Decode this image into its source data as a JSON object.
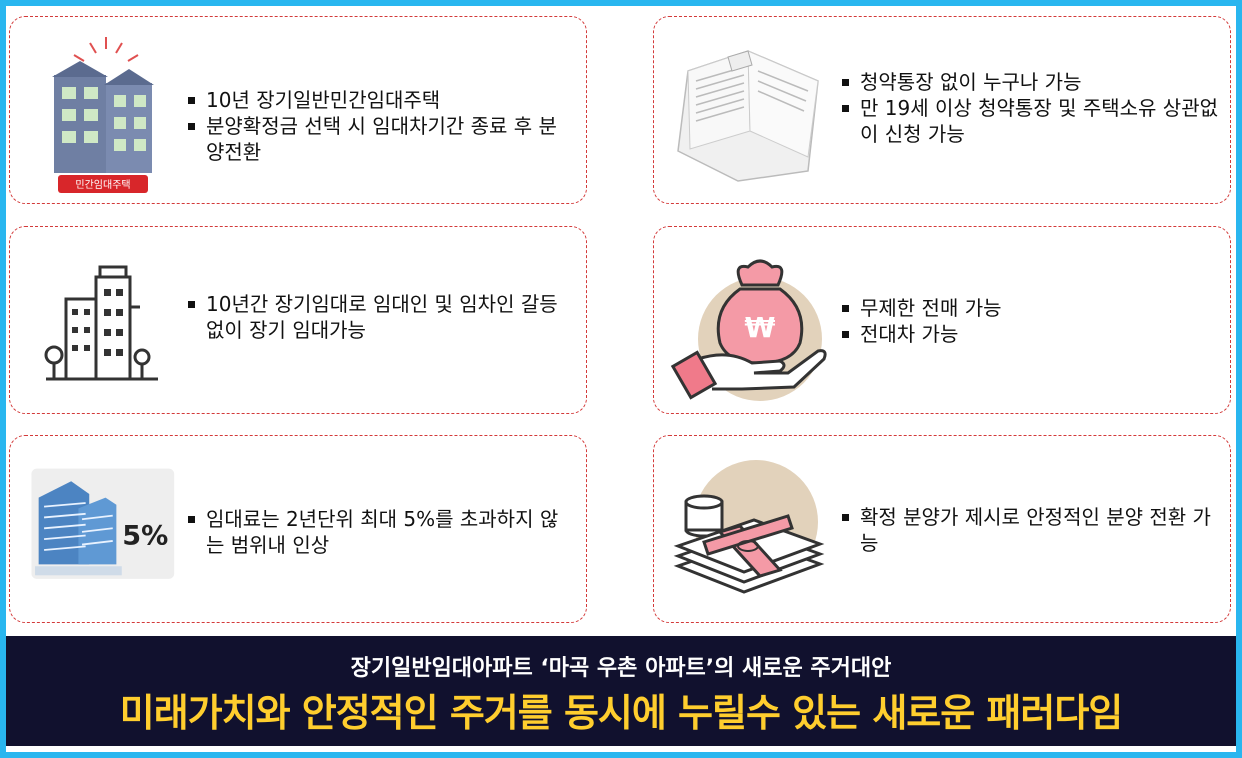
{
  "cards": [
    {
      "id": "private-rental",
      "icon": "private-rental-building-icon",
      "badge": "민간임대주택",
      "bullets": [
        "10년 장기일반민간임대주택",
        "분양확정금 선택 시 임대차기간 종료 후 분양전환"
      ]
    },
    {
      "id": "bankbook",
      "icon": "bankbook-icon",
      "bullets": [
        "청약통장 없이 누구나 가능",
        "만 19세 이상 청약통장 및 주택소유 상관없이 신청 가능"
      ]
    },
    {
      "id": "long-term",
      "icon": "apartment-buildings-icon",
      "bullets": [
        "10년간 장기임대로 임대인 및 임차인 갈등 없이 장기 임대가능"
      ]
    },
    {
      "id": "resale",
      "icon": "money-bag-hand-icon",
      "bullets": [
        "무제한 전매 가능",
        "전대차 가능"
      ]
    },
    {
      "id": "rent-cap",
      "icon": "office-towers-5-percent-icon",
      "badge": "5%",
      "bullets": [
        "임대료는 2년단위 최대 5%를 초과하지 않는 범위내 인상"
      ]
    },
    {
      "id": "fixed-price",
      "icon": "cash-stack-icon",
      "bullets": [
        "확정 분양가 제시로 안정적인 분양 전환 가능"
      ]
    }
  ],
  "banner": {
    "subtitle": "장기일반임대아파트 ‘마곡 우촌 아파트’의 새로운 주거대안",
    "headline": "미래가치와 안정적인 주거를 동시에 누릴수 있는 새로운 패러다임"
  },
  "colors": {
    "background": "#29b6ef",
    "card_border": "#d33a3a",
    "banner_bg": "#11112e",
    "headline": "#ffce2e"
  }
}
